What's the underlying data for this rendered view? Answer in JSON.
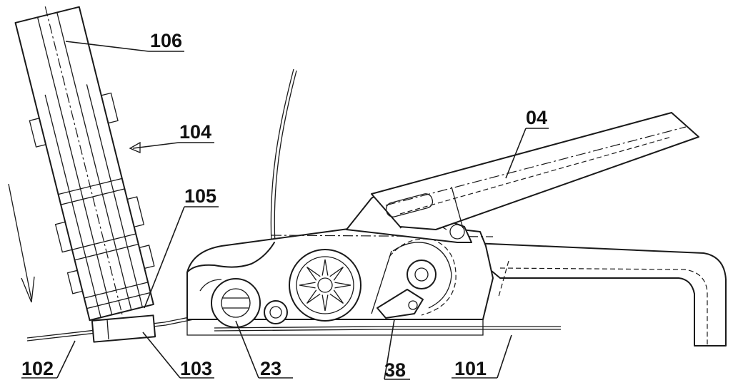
{
  "labels": {
    "handle_lever": "04",
    "strap_lower": "101",
    "strap_upper": "102",
    "seal": "103",
    "magazine": "104",
    "feed_end": "105",
    "seal_stack": "106",
    "tension_wheel": "23",
    "pawl": "38"
  },
  "colors": {
    "line": "#1a1a1a",
    "background": "#ffffff"
  }
}
